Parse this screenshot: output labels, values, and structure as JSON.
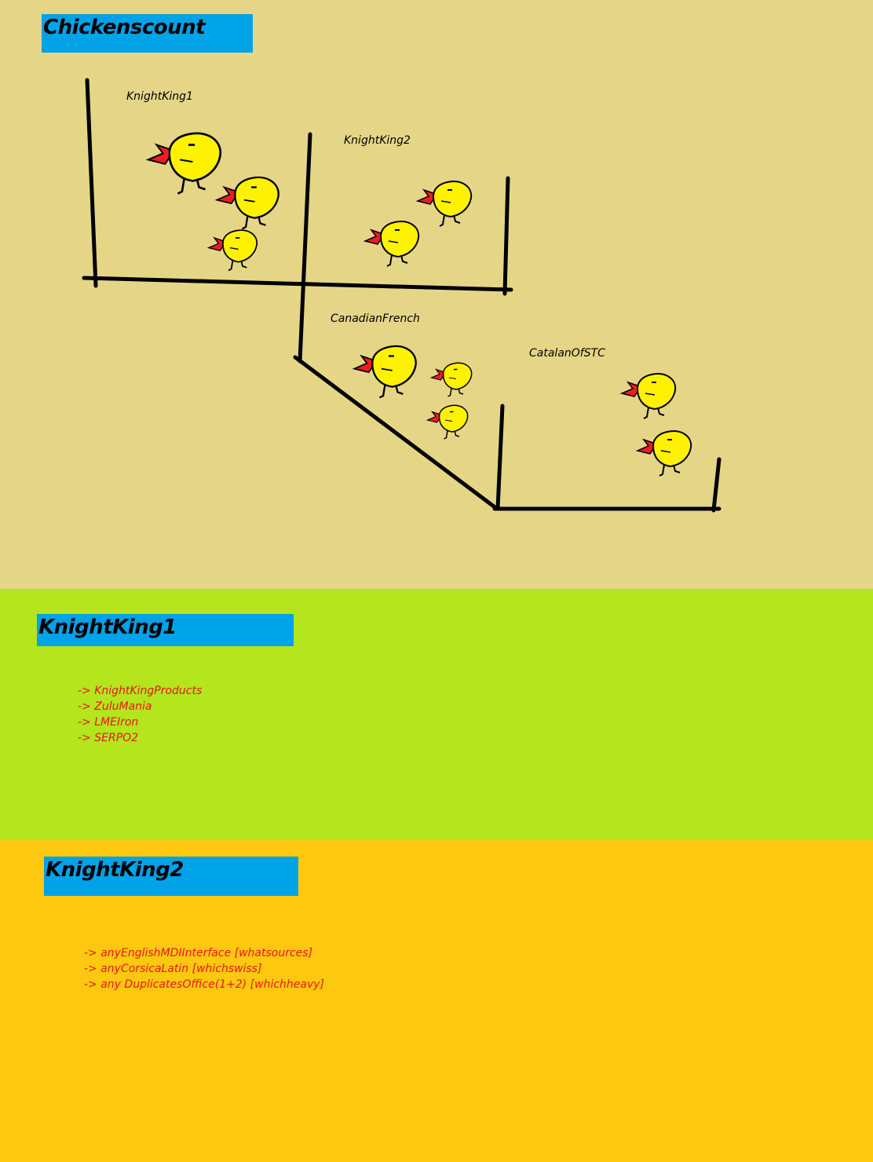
{
  "header": {
    "title": "Chickenscount"
  },
  "map": {
    "groups": [
      {
        "name": "KnightKing1",
        "chickens": 3
      },
      {
        "name": "KnightKing2",
        "chickens": 2
      },
      {
        "name": "CanadianFrench",
        "chickens": 3
      },
      {
        "name": "CatalanOfSTC",
        "chickens": 2
      }
    ]
  },
  "knightking1": {
    "title": "KnightKing1",
    "items": [
      "-> KnightKingProducts",
      "-> ZuluMania",
      "-> LMEIron",
      "-> SERPO2"
    ]
  },
  "knightking2": {
    "title": "KnightKing2",
    "items": [
      "-> anyEnglishMDIInterface [whatsources]",
      "-> anyCorsicaLatin [whichswiss]",
      "-> any DuplicatesOffice(1+2) [whichheavy]"
    ]
  },
  "colors": {
    "top": "#e5d587",
    "middle": "#b4e51d",
    "bottom": "#fdc80f",
    "title_box": "#00a2e8",
    "chicken_body": "#fff200",
    "chicken_comb": "#ed1c24",
    "list_text": "#e8151c"
  }
}
